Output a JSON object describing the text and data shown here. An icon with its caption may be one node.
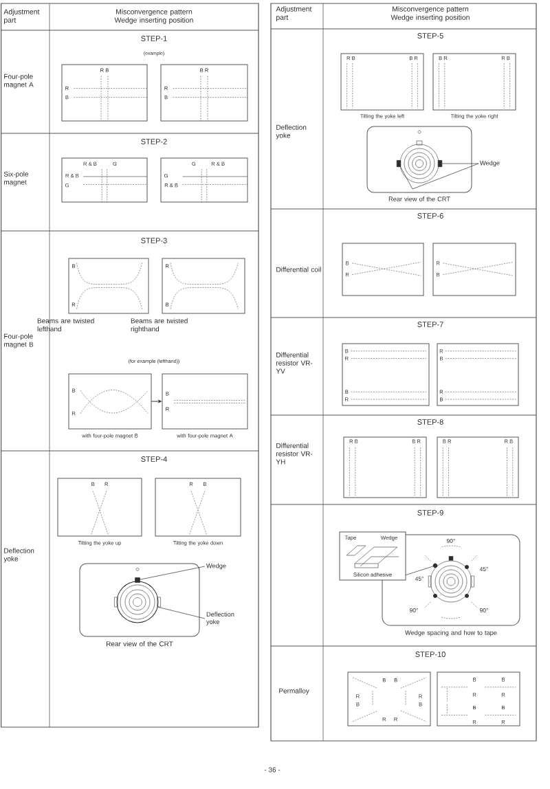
{
  "diagram": {
    "nodes": [
      {
        "text": [
          "R B",
          "R",
          "B"
        ]
      },
      {
        "text": [
          "B R",
          "R",
          "B"
        ]
      },
      {
        "text": [
          "R & B",
          "G",
          "R & B",
          "G"
        ]
      },
      {
        "text": [
          "G",
          "R & B",
          "G",
          "R & B"
        ]
      },
      {
        "text": [
          "B",
          "R"
        ],
        "beside": [
          "Beams are twisted lefthand"
        ]
      },
      {
        "text": [
          "R",
          "B"
        ],
        "beside": [
          "Beams are twisted righthand"
        ]
      },
      {
        "text": [
          "B",
          "R"
        ],
        "beside": [
          "with four-pole magnet B"
        ]
      },
      {
        "text": [
          "B",
          "R"
        ],
        "beside": [
          "with four-pole magnet A"
        ]
      },
      {
        "text": [
          "B",
          "R"
        ],
        "beside": [
          "Tilting the yoke up"
        ]
      },
      {
        "text": [
          "R",
          "B"
        ],
        "beside": [
          "Tilting the yoke down"
        ]
      },
      {
        "text": [],
        "shape": "box",
        "beside": [
          "Rear view of the CRT"
        ]
      },
      {
        "text": [],
        "shape": "box",
        "in": 10
      },
      {
        "text": [],
        "shape": "circle",
        "in": 10
      },
      {
        "text": [
          "Wedge"
        ]
      },
      {
        "text": [
          "Deflection yoke"
        ]
      },
      {
        "text": [
          "R B",
          "B R"
        ],
        "beside": [
          "Tilting the yoke left"
        ]
      },
      {
        "text": [
          "B R",
          "R B"
        ],
        "beside": [
          "Tilting the yoke right"
        ]
      },
      {
        "text": [],
        "shape": "box",
        "beside": [
          "Rear view of the CRT"
        ]
      },
      {
        "text": [],
        "shape": "box",
        "in": 17
      },
      {
        "text": [],
        "shape": "box",
        "in": 17
      },
      {
        "text": [
          "Wedge"
        ]
      },
      {
        "text": [
          "B",
          "R"
        ]
      },
      {
        "text": [
          "R",
          "B"
        ]
      },
      {
        "text": [
          "B",
          "R",
          "B",
          "R"
        ]
      },
      {
        "text": [
          "R",
          "B",
          "R",
          "B"
        ]
      },
      {
        "text": [
          "R B",
          "B R"
        ]
      },
      {
        "text": [
          "B R",
          "R B"
        ]
      },
      {
        "text": [],
        "shape": "box",
        "beside": [
          "Wedge spacing and how to tape"
        ]
      },
      {
        "text": [
          "Tape",
          "Wedge",
          "Silicon adhesive"
        ]
      },
      {
        "text": [],
        "shape": "circle",
        "in": 27
      },
      {
        "text": [
          "B",
          "R",
          "B",
          "R",
          "B",
          "R",
          "B",
          "R"
        ]
      },
      {
        "text": [
          "B",
          "R",
          "B",
          "R",
          "B",
          "R",
          "B",
          "R"
        ]
      }
    ],
    "edges": [
      {
        "from": 6,
        "to": 7,
        "arrow": "to"
      },
      {
        "from": 13,
        "to": 11,
        "arrow": "none"
      },
      {
        "from": 14,
        "to": 12,
        "arrow": "none"
      },
      {
        "from": 20,
        "to": 18,
        "arrow": "none"
      },
      {
        "from": 20,
        "to": 19,
        "arrow": "none"
      },
      {
        "from": 28,
        "to": 29,
        "arrow": "none"
      }
    ],
    "labels": [
      "Adjustment part",
      "Misconvergence pattern Wedge inserting position",
      "STEP-1",
      "Four-pole magnet A",
      "(example)",
      "STEP-2",
      "Six-pole magnet",
      "STEP-3",
      "Four-pole magnet B",
      "(for example (lefthand))",
      "STEP-4",
      "Deflection yoke",
      "Adjustment part",
      "Misconvergence pattern Wedge inserting position",
      "STEP-5",
      "Deflection yoke",
      "STEP-6",
      "Differential coil",
      "STEP-7",
      "Differential resistor VR-YV",
      "STEP-8",
      "Differential resistor VR-YH",
      "STEP-9",
      "90°",
      "45°",
      "45°",
      "90°",
      "90°",
      "STEP-10",
      "Permalloy",
      "- 36 -"
    ]
  }
}
